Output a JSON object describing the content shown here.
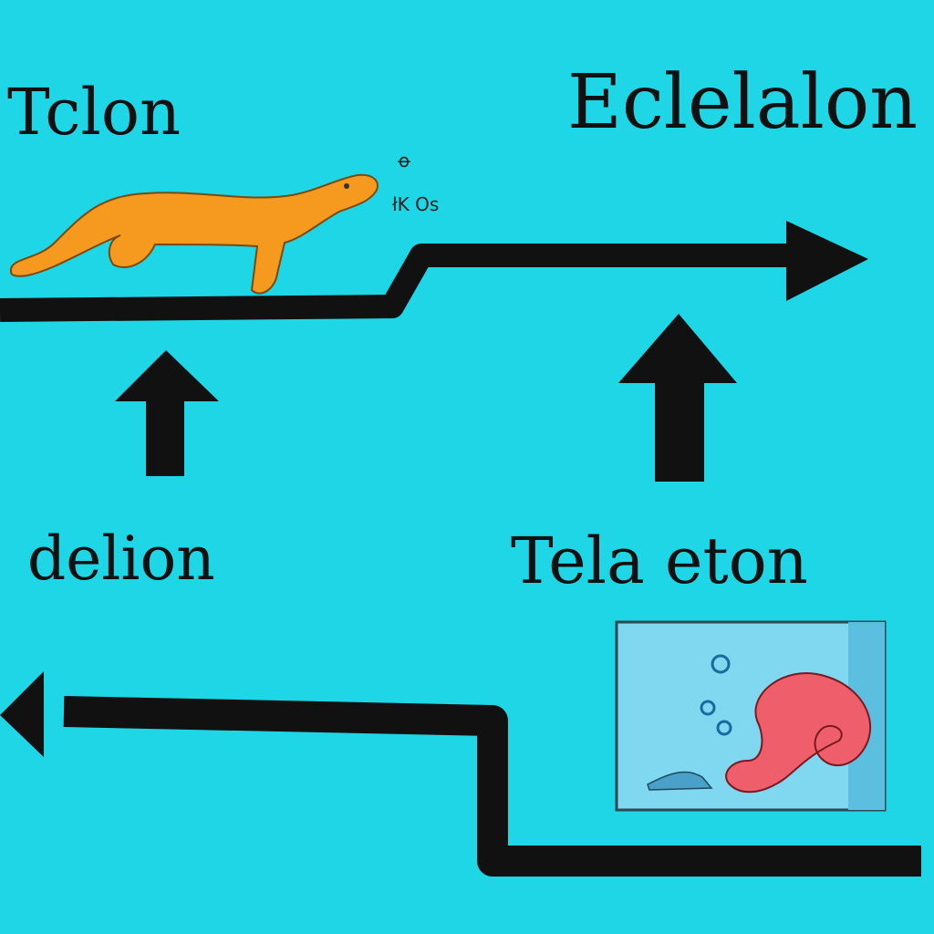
{
  "labels": {
    "top_left": "Tclon",
    "top_right": "Eclelalon",
    "bottom_left": "delion",
    "bottom_right": "Tela eton"
  },
  "notes": {
    "note_1": "ꝋ",
    "note_2": "łK Os"
  },
  "colors": {
    "background": "#1fd6e6",
    "ink": "#111111",
    "salamander": "#f59a1e",
    "octopus": "#ef5f6b",
    "tank_water": "#7fd7f0"
  },
  "icons": [
    "salamander-illustration",
    "octopus-tank-illustration",
    "arrow-up-icon",
    "arrow-right-icon",
    "arrow-left-icon"
  ]
}
